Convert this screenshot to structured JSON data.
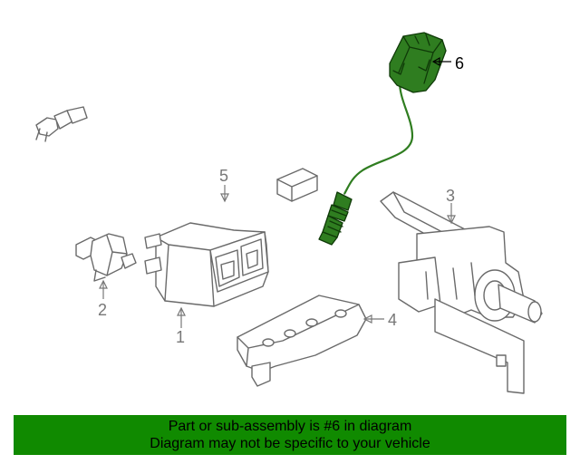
{
  "callouts": {
    "c1": "1",
    "c2": "2",
    "c3": "3",
    "c4": "4",
    "c5": "5",
    "c6": "6"
  },
  "banner": {
    "line1": "Part or sub-assembly is #6 in diagram",
    "line2": "Diagram may not be specific to your vehicle"
  },
  "colors": {
    "highlight_part": "#2f7d20",
    "banner_bg": "#108a00",
    "line_art": "#6a6a6a"
  }
}
